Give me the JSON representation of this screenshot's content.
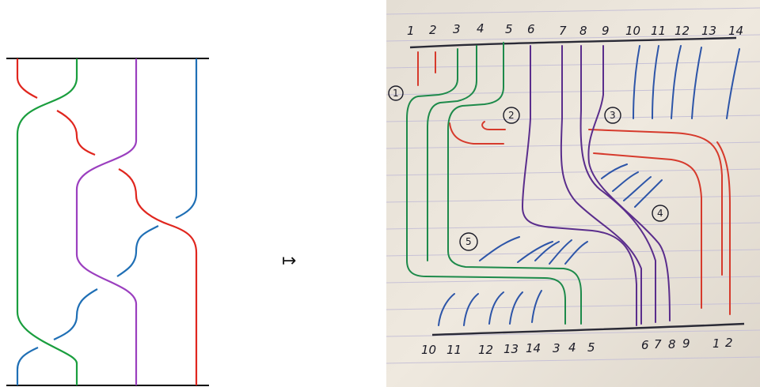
{
  "arrow_symbol": "↦",
  "colors": {
    "red": "#e0261e",
    "green": "#1a9e3e",
    "purple": "#9b3fbf",
    "blue": "#1f6fb5",
    "ink_red": "#d63a2c",
    "ink_green": "#1d8a4a",
    "ink_purple": "#5a2d8c",
    "ink_blue": "#2d55a8"
  },
  "photo": {
    "top_labels": [
      "1",
      "2",
      "3",
      "4",
      "5",
      "6",
      "7",
      "8",
      "9",
      "10",
      "11",
      "12",
      "13",
      "14"
    ],
    "bottom_labels": [
      "10",
      "11",
      "12",
      "13",
      "14",
      "3",
      "4",
      "5",
      "6",
      "7",
      "8",
      "9",
      "1",
      "2"
    ],
    "region_labels": [
      "1",
      "2",
      "3",
      "4",
      "5"
    ]
  }
}
